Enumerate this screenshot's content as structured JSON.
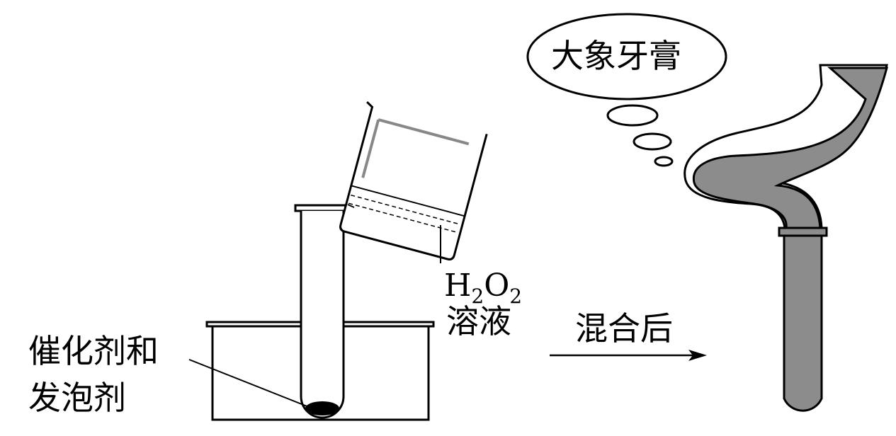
{
  "labels": {
    "catalyst_line1": "催化剂和",
    "catalyst_line2": "发泡剂",
    "h2o2_h": "H",
    "h2o2_sub1": "2",
    "h2o2_o": "O",
    "h2o2_sub2": "2",
    "solution": "溶液",
    "after_mixing": "混合后",
    "thought": "大象牙膏"
  },
  "colors": {
    "stroke": "#000000",
    "foam_fill": "#8c8c8c",
    "background": "#ffffff"
  }
}
